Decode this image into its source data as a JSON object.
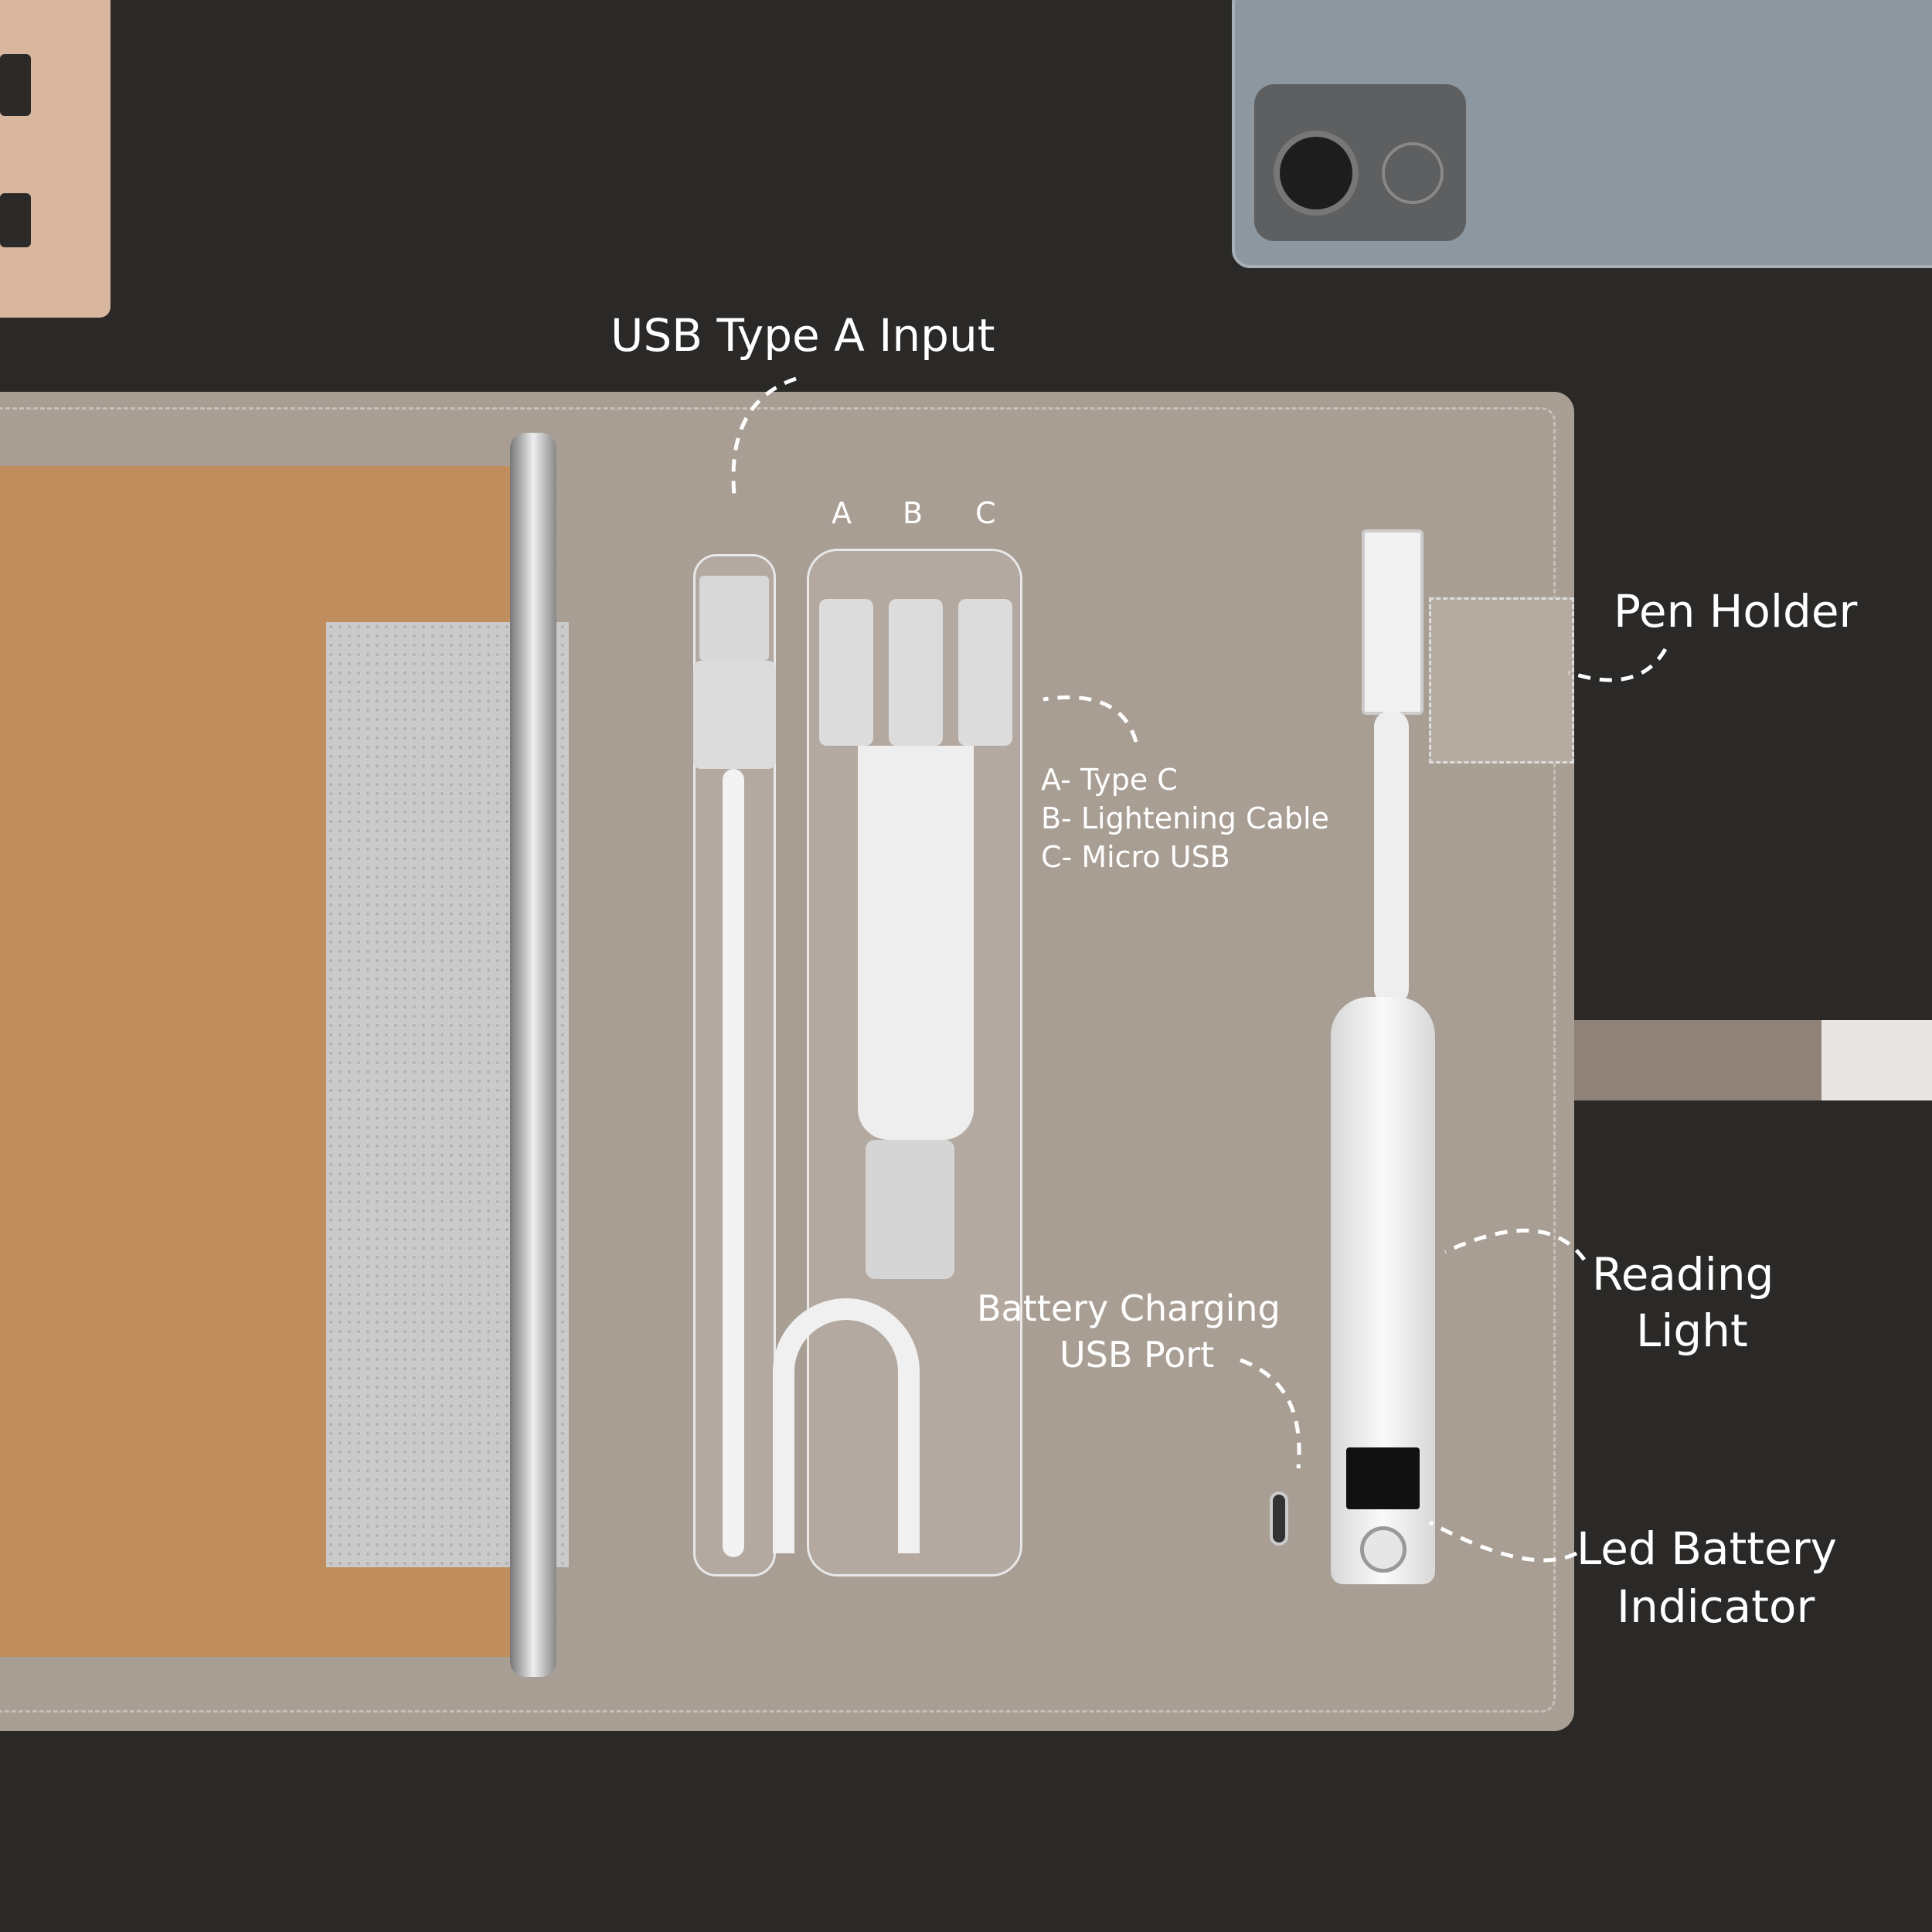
{
  "labels": {
    "usb_input": "USB Type A Input",
    "connector_a": "A",
    "connector_b": "B",
    "connector_c": "C",
    "legend": [
      "A- Type C",
      "B- Lightening Cable",
      "C- Micro USB"
    ],
    "pen_holder": "Pen Holder",
    "reading_light": [
      "Reading",
      "Light"
    ],
    "charging_port": [
      "Battery Charging",
      "USB Port"
    ],
    "battery_indicator": [
      "Led Battery",
      "Indicator"
    ]
  },
  "colors": {
    "background": "#2a2927",
    "organizer": "#a89d92",
    "kraft": "#c08e5c",
    "phone": "#8d979f",
    "annotation": "#ffffff"
  }
}
